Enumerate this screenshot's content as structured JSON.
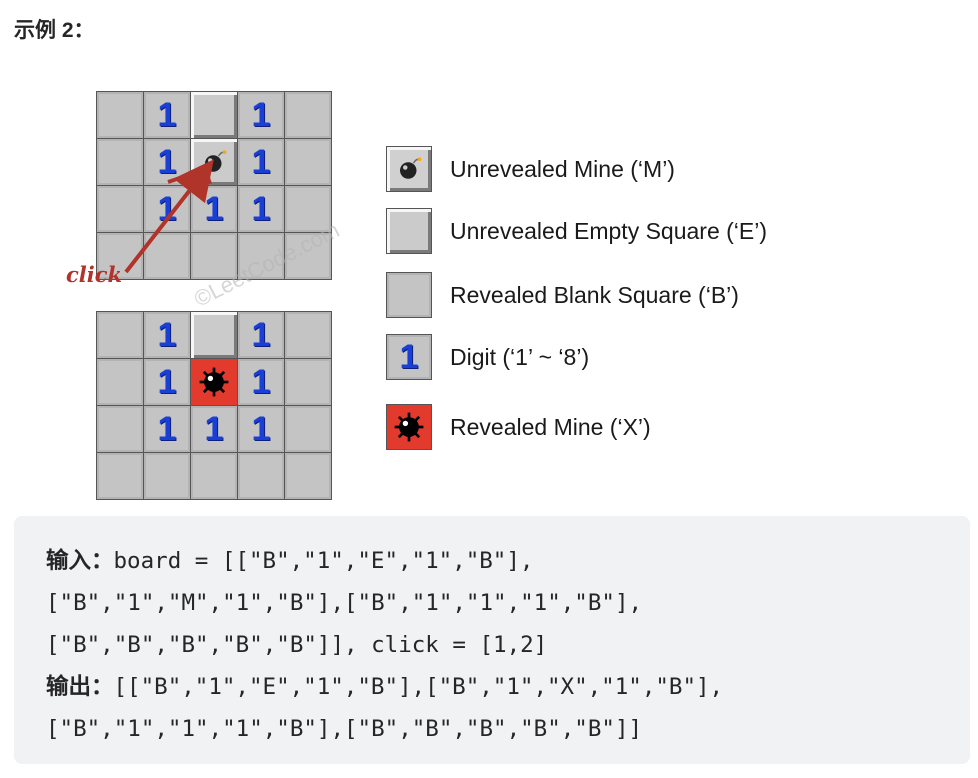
{
  "heading": "示例 2：",
  "board_before": [
    [
      "B",
      "1",
      "E",
      "1",
      "B"
    ],
    [
      "B",
      "1",
      "M",
      "1",
      "B"
    ],
    [
      "B",
      "1",
      "1",
      "1",
      "B"
    ],
    [
      "B",
      "B",
      "B",
      "B",
      "B"
    ]
  ],
  "board_after": [
    [
      "B",
      "1",
      "E",
      "1",
      "B"
    ],
    [
      "B",
      "1",
      "X",
      "1",
      "B"
    ],
    [
      "B",
      "1",
      "1",
      "1",
      "B"
    ],
    [
      "B",
      "B",
      "B",
      "B",
      "B"
    ]
  ],
  "click_label": "click",
  "watermark": "©LeetCode.com",
  "legend": [
    {
      "icon": "mine-unrevealed-icon",
      "type": "M",
      "label": "Unrevealed Mine (‘M’)"
    },
    {
      "icon": "empty-square-icon",
      "type": "E",
      "label": "Unrevealed Empty Square (‘E’)"
    },
    {
      "icon": "blank-square-icon",
      "type": "B",
      "label": "Revealed Blank Square (‘B’)"
    },
    {
      "icon": "digit-one-icon",
      "type": "1",
      "label": "Digit (‘1’ ~ ‘8’)"
    },
    {
      "icon": "mine-revealed-icon",
      "type": "X",
      "label": "Revealed Mine (‘X’)"
    }
  ],
  "digit_glyph": "1",
  "code": {
    "input_label": "输入：",
    "input_line1": "board = [[\"B\",\"1\",\"E\",\"1\",\"B\"],",
    "input_line2": "[\"B\",\"1\",\"M\",\"1\",\"B\"],[\"B\",\"1\",\"1\",\"1\",\"B\"],",
    "input_line3": "[\"B\",\"B\",\"B\",\"B\",\"B\"]], click = [1,2]",
    "output_label": "输出：",
    "output_line1": "[[\"B\",\"1\",\"E\",\"1\",\"B\"],[\"B\",\"1\",\"X\",\"1\",\"B\"],",
    "output_line2": "[\"B\",\"1\",\"1\",\"1\",\"B\"],[\"B\",\"B\",\"B\",\"B\",\"B\"]]"
  },
  "colors": {
    "digit": "#1a3fd6",
    "revealed_mine_bg": "#e23b2e",
    "arrow": "#b0342a",
    "code_bg": "#f1f2f4"
  }
}
